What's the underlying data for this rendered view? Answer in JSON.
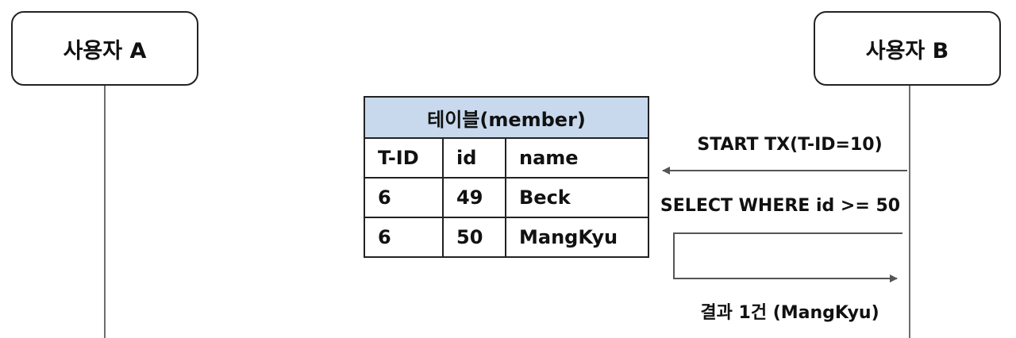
{
  "actors": {
    "a": "사용자 A",
    "b": "사용자 B"
  },
  "table": {
    "title": "테이블(member)",
    "columns": [
      "T-ID",
      "id",
      "name"
    ],
    "rows": [
      [
        "6",
        "49",
        "Beck"
      ],
      [
        "6",
        "50",
        "MangKyu"
      ]
    ],
    "header_color": "#c8d9ee"
  },
  "messages": {
    "start_tx": "START TX(T-ID=10)",
    "select": "SELECT WHERE id >= 50",
    "result": "결과 1건 (MangKyu)"
  },
  "colors": {
    "line": "#222222",
    "arrow": "#555555",
    "lifeline": "#6e6e6e"
  }
}
